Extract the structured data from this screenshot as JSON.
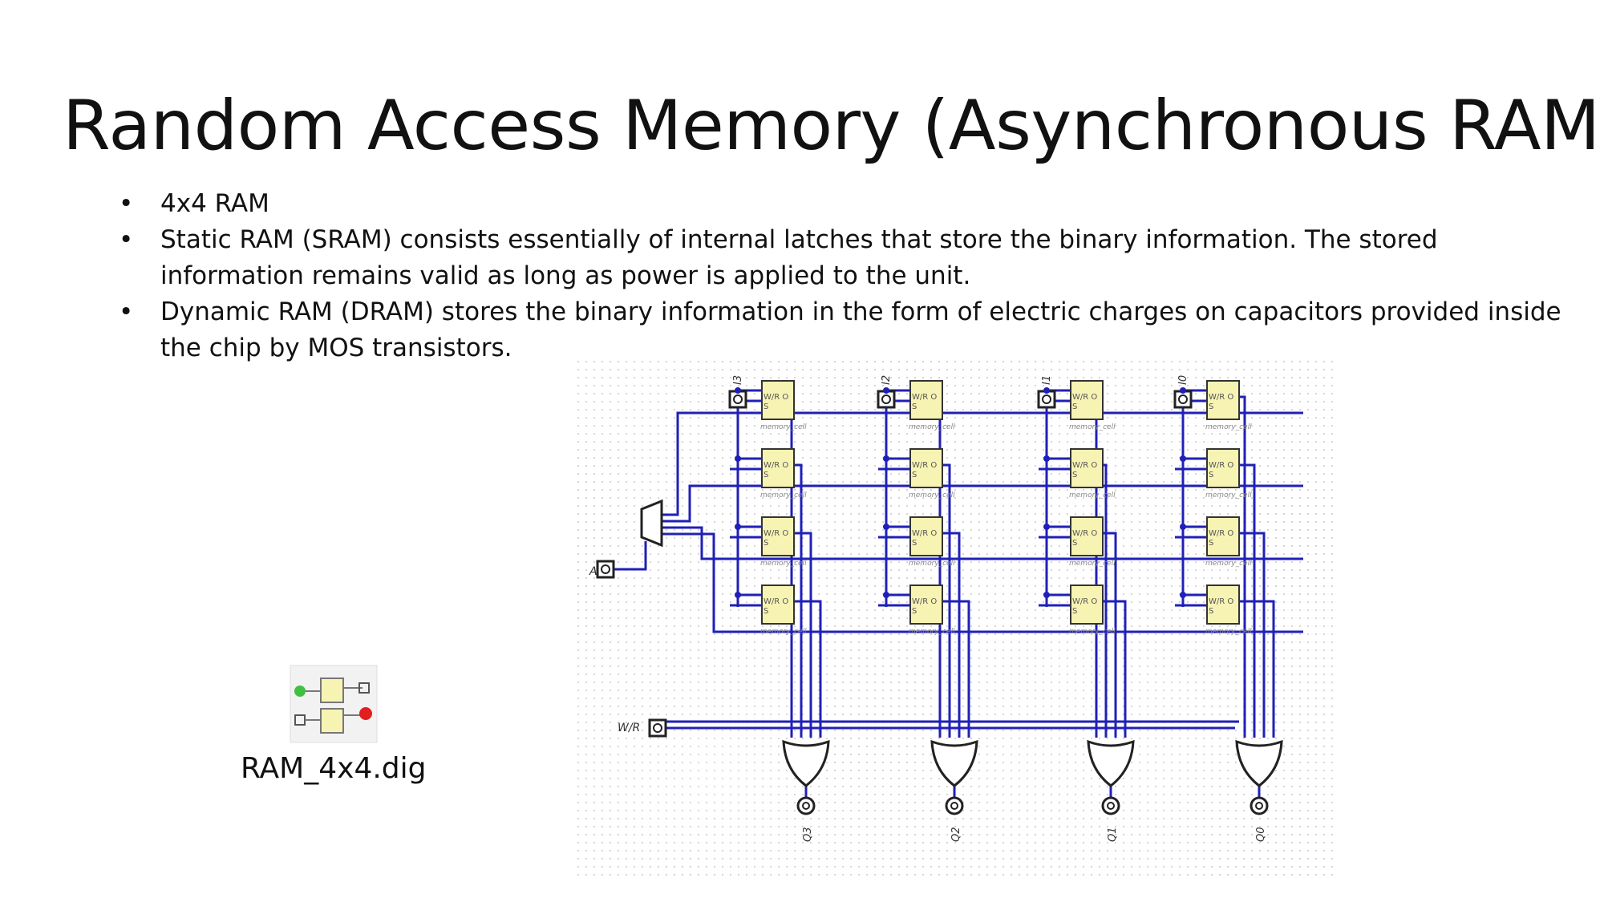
{
  "slide": {
    "title": "Random Access Memory (Asynchronous RAM)",
    "bullets": [
      "4x4 RAM",
      "Static RAM (SRAM) consists essentially of internal latches that store the binary information. The stored information remains valid as long as power is applied to the unit.",
      "Dynamic RAM (DRAM) stores the binary information in the form of electric charges on capacitors provided inside the chip by MOS transistors."
    ],
    "file": {
      "label": "RAM_4x4.dig",
      "icon": "circuit-file-icon"
    }
  },
  "circuit": {
    "inputs": [
      "I3",
      "I2",
      "I1",
      "I0"
    ],
    "outputs": [
      "Q3",
      "Q2",
      "Q1",
      "Q0"
    ],
    "address_label": "A",
    "wr_label": "W/R",
    "cell_text_1": "W/R O",
    "cell_text_2": "S",
    "cell_name": "memory_cell",
    "colors": {
      "wire": "#2020b8",
      "cell_fill": "#f7f3b3",
      "grid_dot": "#c8c8c8"
    }
  }
}
